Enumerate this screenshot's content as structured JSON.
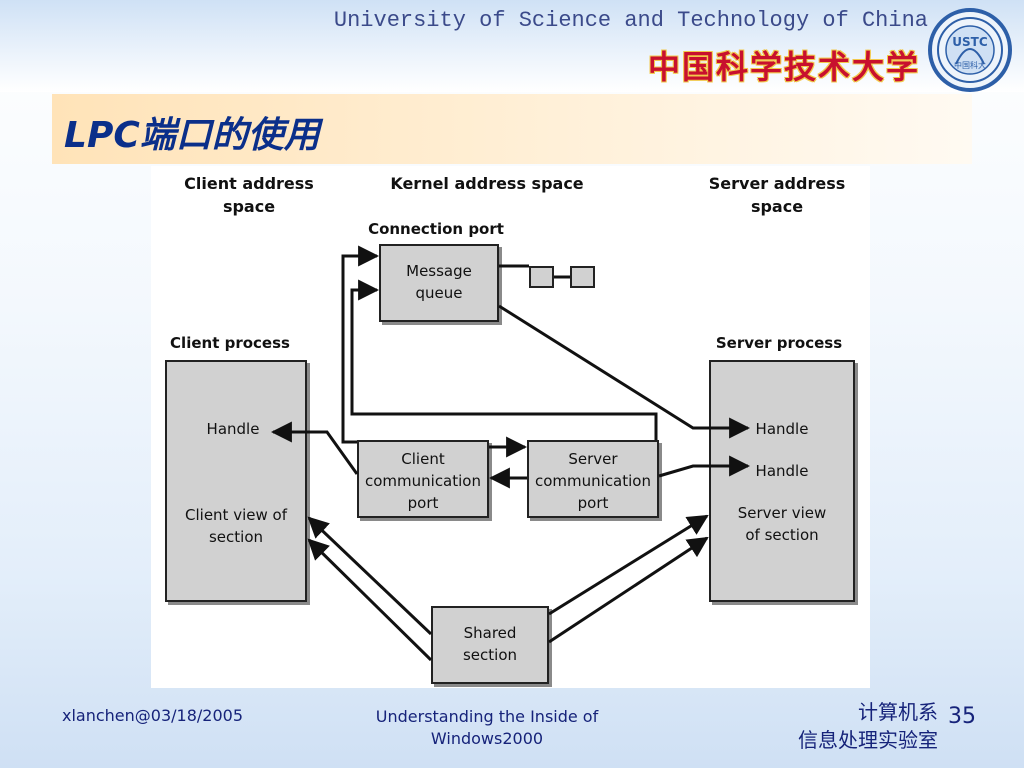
{
  "header": {
    "university_en": "University of Science and Technology of China",
    "university_cn": "中国科学技术大学",
    "logo": {
      "icon": "ustc-seal-icon",
      "text": "USTC",
      "sub": "中国科大"
    }
  },
  "slide": {
    "title": "LPC端口的使用"
  },
  "diagram": {
    "columns": {
      "client": "Client address\nspace",
      "kernel": "Kernel address space",
      "server": "Server address\nspace"
    },
    "connection_port_label": "Connection port",
    "message_queue": "Message\nqueue",
    "client_process_label": "Client process",
    "server_process_label": "Server process",
    "client_process": {
      "handle": "Handle",
      "view": "Client view of\nsection"
    },
    "server_process": {
      "handle_1": "Handle",
      "handle_2": "Handle",
      "view": "Server view\nof section"
    },
    "client_comm_port": "Client\ncommunication\nport",
    "server_comm_port": "Server\ncommunication\nport",
    "shared_section": "Shared\nsection",
    "colors": {
      "box_fill": "#d1d1d1",
      "stroke": "#111111"
    }
  },
  "footer": {
    "author_date": "xlanchen@03/18/2005",
    "course": "Understanding the Inside of\nWindows2000",
    "dept": "计算机系",
    "lab": "信息处理实验室",
    "page_number": "35"
  }
}
